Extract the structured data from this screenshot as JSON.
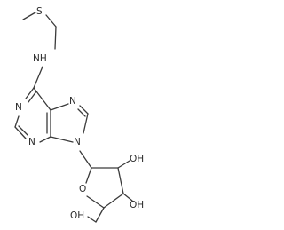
{
  "molecule": {
    "labels": {
      "s": "S",
      "nh": "NH",
      "n1": "N",
      "n3": "N",
      "n7": "N",
      "n9": "N",
      "o_ring": "O",
      "oh_2": "OH",
      "oh_3": "OH",
      "oh_5": "OH"
    }
  },
  "colors": {
    "bond": "#3a3a3a",
    "text": "#2b2b2b",
    "background": "#ffffff"
  }
}
